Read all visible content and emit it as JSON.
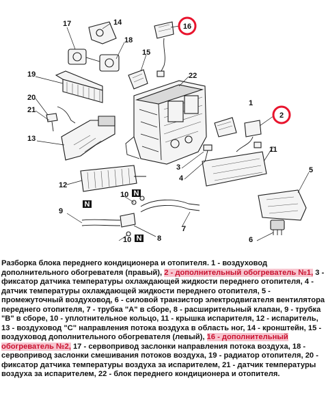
{
  "diagram": {
    "callouts": [
      "1",
      "2",
      "3",
      "4",
      "5",
      "6",
      "7",
      "8",
      "9",
      "10",
      "11",
      "12",
      "13",
      "14",
      "15",
      "16",
      "17",
      "18",
      "19",
      "20",
      "21",
      "22"
    ],
    "badge_label": "N",
    "highlight_color": "#e8142d"
  },
  "caption": {
    "highlight_bg": "#f7c4ce",
    "highlight_text": "#c8102e",
    "segments": [
      {
        "text": "Разборка блока переднего кондиционера и отопителя. 1 - воздуховод дополнительного обогревателя (правый), ",
        "highlight": false
      },
      {
        "text": "2 - дополнительный обогреватель №1,",
        "highlight": true
      },
      {
        "text": " 3 - фиксатор датчика температуры охлаждающей жидкости переднего отопителя, 4 - датчик температуры охлаждающей жидкости переднего отопителя, 5 - промежуточный воздуховод, 6 - силовой транзистор электродвигателя вентилятора переднего отопителя, 7 - трубка \"А\" в сборе, 8 - расширительный клапан, 9 - трубка \"В\" в сборе, 10 - уплотнительное кольцо, 11 - крышка испарителя, 12 - испаритель, 13 - воздуховод \"С\" направления потока воздуха в область ног, 14 - кронштейн, 15 - воздуховод дополнительного обогревателя (левый), ",
        "highlight": false
      },
      {
        "text": "16 - дополнительный обогреватель №2,",
        "highlight": true
      },
      {
        "text": " 17 - сервопривод заслонки направления потока воздуха, 18 - сервопривод заслонки смешивания потоков воздуха, 19 - радиатор отопителя, 20 - фиксатор датчика температуры воздуха за испарителем, 21 - датчик температуры воздуха за испарителем, 22 - блок переднего кондиционера и отопителя.",
        "highlight": false
      }
    ]
  }
}
